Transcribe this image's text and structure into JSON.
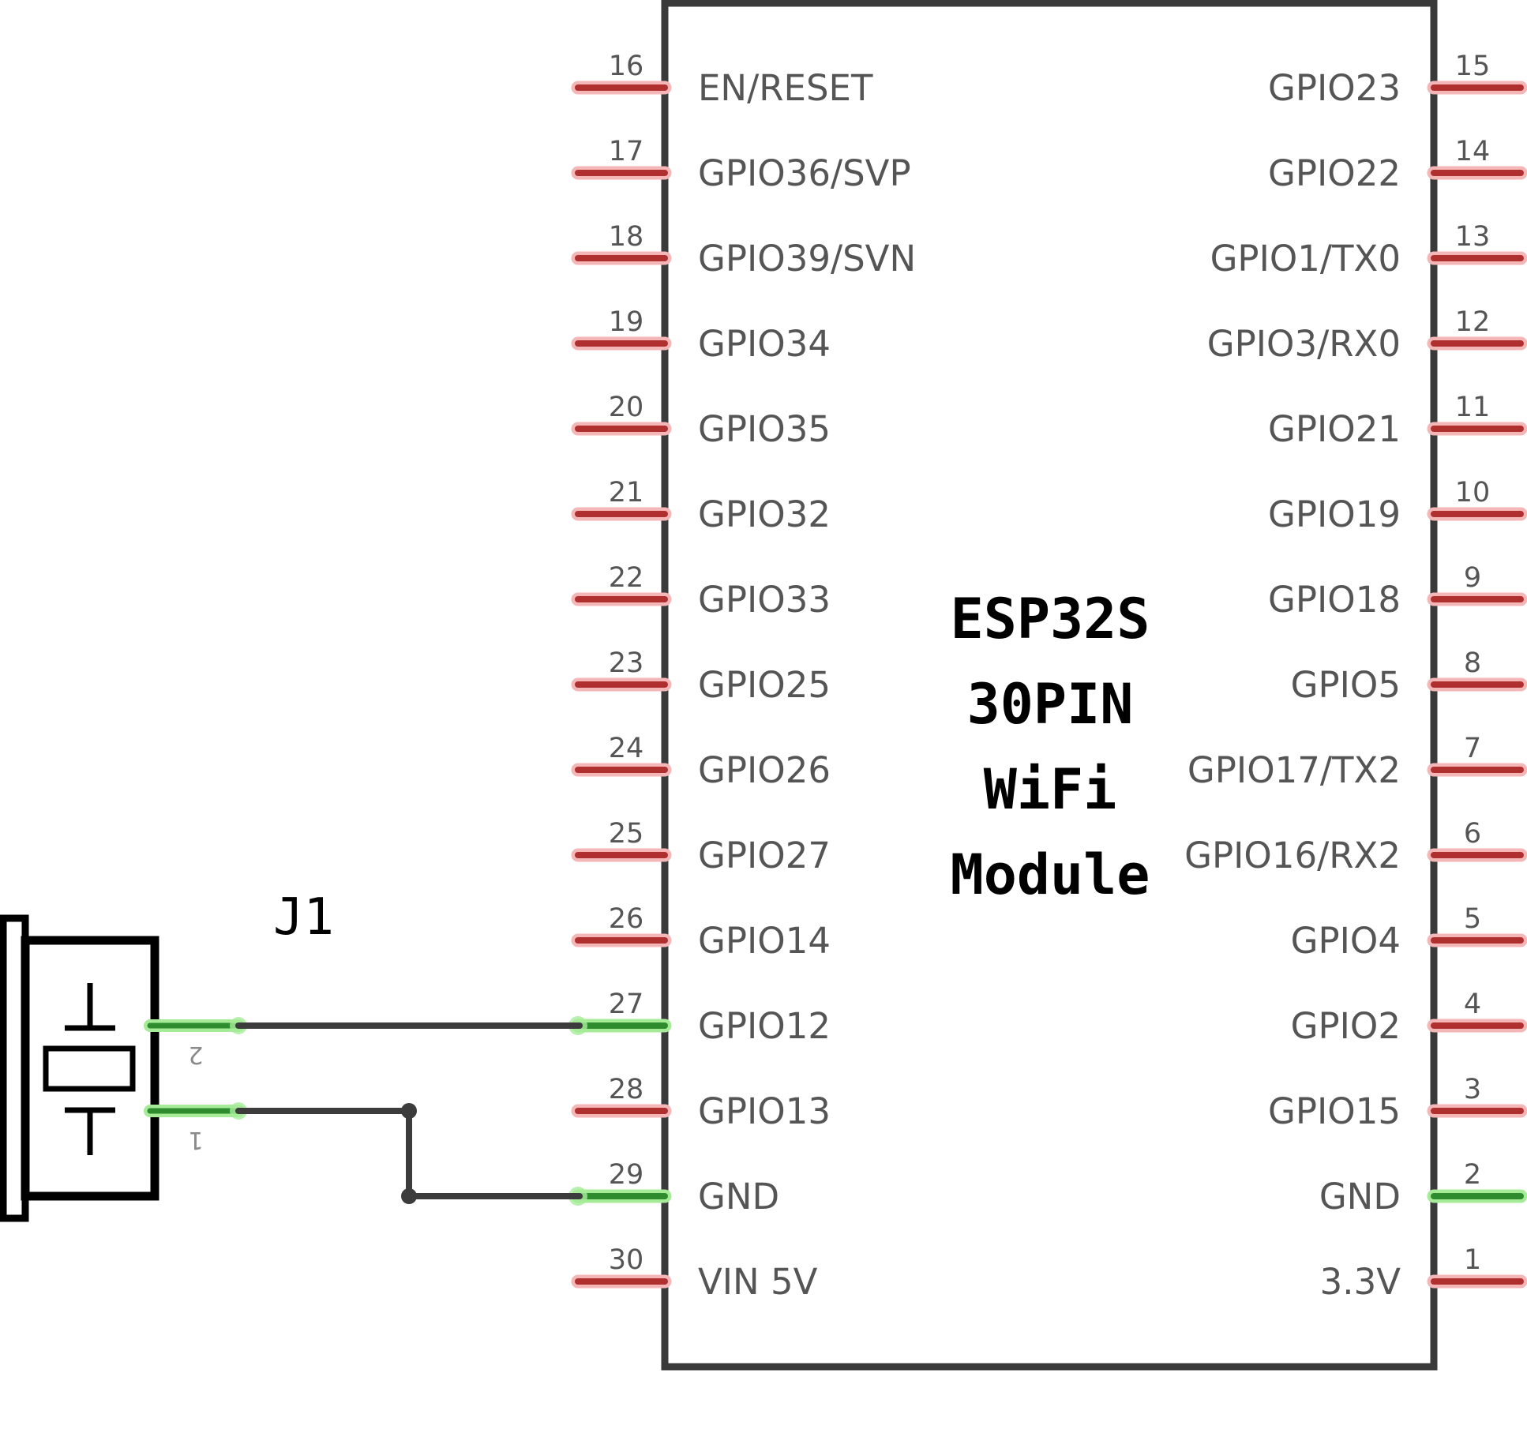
{
  "chip": {
    "title_lines": [
      "ESP32S",
      "30PIN",
      "WiFi",
      "Module"
    ],
    "left_pins": [
      {
        "num": "16",
        "label": "EN/RESET",
        "connected": false
      },
      {
        "num": "17",
        "label": "GPIO36/SVP",
        "connected": false
      },
      {
        "num": "18",
        "label": "GPIO39/SVN",
        "connected": false
      },
      {
        "num": "19",
        "label": "GPIO34",
        "connected": false
      },
      {
        "num": "20",
        "label": "GPIO35",
        "connected": false
      },
      {
        "num": "21",
        "label": "GPIO32",
        "connected": false
      },
      {
        "num": "22",
        "label": "GPIO33",
        "connected": false
      },
      {
        "num": "23",
        "label": "GPIO25",
        "connected": false
      },
      {
        "num": "24",
        "label": "GPIO26",
        "connected": false
      },
      {
        "num": "25",
        "label": "GPIO27",
        "connected": false
      },
      {
        "num": "26",
        "label": "GPIO14",
        "connected": false
      },
      {
        "num": "27",
        "label": "GPIO12",
        "connected": true
      },
      {
        "num": "28",
        "label": "GPIO13",
        "connected": false
      },
      {
        "num": "29",
        "label": "GND",
        "connected": true
      },
      {
        "num": "30",
        "label": "VIN 5V",
        "connected": false
      }
    ],
    "right_pins": [
      {
        "num": "15",
        "label": "GPIO23",
        "connected": false
      },
      {
        "num": "14",
        "label": "GPIO22",
        "connected": false
      },
      {
        "num": "13",
        "label": "GPIO1/TX0",
        "connected": false
      },
      {
        "num": "12",
        "label": "GPIO3/RX0",
        "connected": false
      },
      {
        "num": "11",
        "label": "GPIO21",
        "connected": false
      },
      {
        "num": "10",
        "label": "GPIO19",
        "connected": false
      },
      {
        "num": "9",
        "label": "GPIO18",
        "connected": false
      },
      {
        "num": "8",
        "label": "GPIO5",
        "connected": false
      },
      {
        "num": "7",
        "label": "GPIO17/TX2",
        "connected": false
      },
      {
        "num": "6",
        "label": "GPIO16/RX2",
        "connected": false
      },
      {
        "num": "5",
        "label": "GPIO4",
        "connected": false
      },
      {
        "num": "4",
        "label": "GPIO2",
        "connected": false
      },
      {
        "num": "3",
        "label": "GPIO15",
        "connected": false
      },
      {
        "num": "2",
        "label": "GND",
        "connected": true
      },
      {
        "num": "1",
        "label": "3.3V",
        "connected": false
      }
    ]
  },
  "connector": {
    "ref": "J1",
    "pins": [
      "2",
      "1"
    ]
  },
  "colors": {
    "pin_unconnected": "#b03030",
    "pin_unconnected_glow": "#f4b6b6",
    "pin_connected": "#2e8b2e",
    "pin_connected_glow": "#a6ec98",
    "wire": "#3c3c3c",
    "outline": "#000000"
  }
}
